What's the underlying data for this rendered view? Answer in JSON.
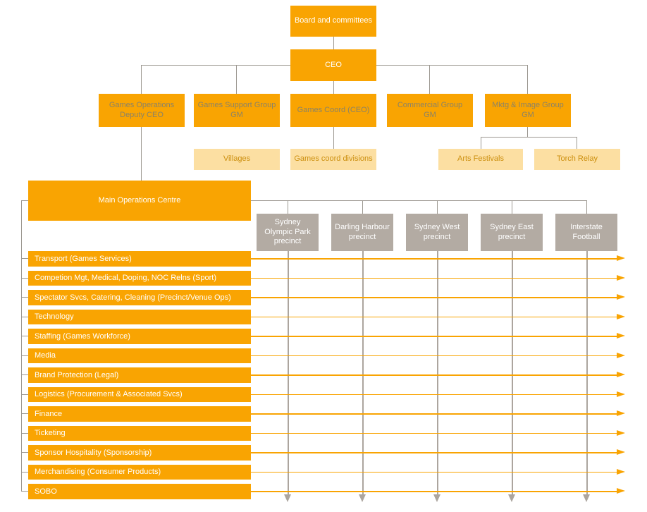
{
  "colors": {
    "orange": "#F9A402",
    "pale_orange": "#FCDFA2",
    "pale_text": "#CC8F0E",
    "gray_box": "#B3ABA3",
    "connector_gray": "#9C9891",
    "arrow_gray": "#ACA59E",
    "box_text_white": "#FFFFFF",
    "level2_text": "#8B8366"
  },
  "nodes": {
    "board": {
      "label": "Board and committees"
    },
    "ceo": {
      "label": "CEO"
    },
    "main_operations": {
      "label": "Main Operations Centre"
    }
  },
  "level2": [
    {
      "label": "Games Operations Deputy CEO"
    },
    {
      "label": "Games Support Group GM"
    },
    {
      "label": "Games Coord (CEO)"
    },
    {
      "label": "Commercial Group GM"
    },
    {
      "label": "Mktg & Image Group GM"
    }
  ],
  "level3": [
    {
      "label": "Villages"
    },
    {
      "label": "Games coord divisions"
    },
    {
      "label": "Arts Festivals"
    },
    {
      "label": "Torch Relay"
    }
  ],
  "precincts": [
    {
      "label": "Sydney Olympic Park precinct"
    },
    {
      "label": "Darling Harbour precinct"
    },
    {
      "label": "Sydney West precinct"
    },
    {
      "label": "Sydney East precinct"
    },
    {
      "label": "Interstate Football"
    }
  ],
  "functions": [
    {
      "label": "Transport (Games Services)"
    },
    {
      "label": "Competion Mgt, Medical, Doping, NOC Relns (Sport)"
    },
    {
      "label": "Spectator Svcs, Catering, Cleaning (Precinct/Venue Ops)"
    },
    {
      "label": "Technology"
    },
    {
      "label": "Staffing (Games Workforce)"
    },
    {
      "label": "Media"
    },
    {
      "label": "Brand Protection (Legal)"
    },
    {
      "label": "Logistics (Procurement & Associated Svcs)"
    },
    {
      "label": "Finance"
    },
    {
      "label": "Ticketing"
    },
    {
      "label": "Sponsor Hospitality (Sponsorship)"
    },
    {
      "label": "Merchandising (Consumer Products)"
    },
    {
      "label": "SOBO"
    }
  ]
}
